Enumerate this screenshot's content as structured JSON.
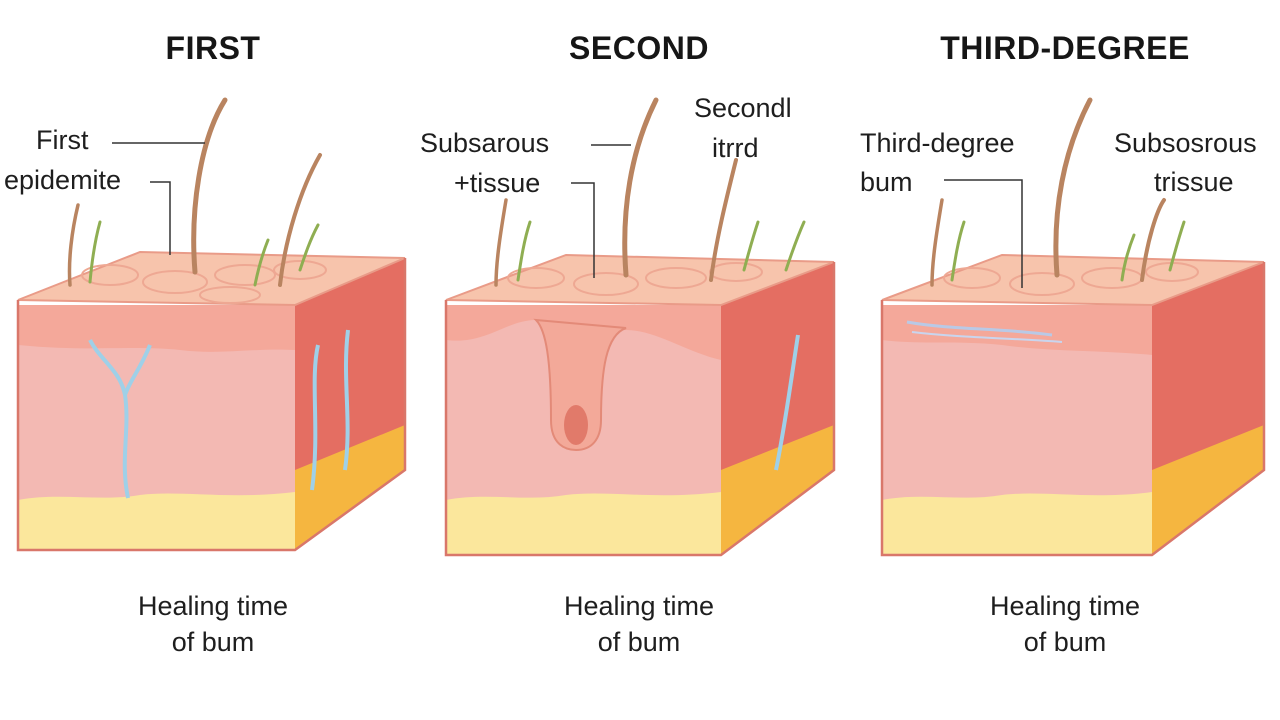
{
  "panels": [
    {
      "title": "FIRST",
      "labels": [
        "First",
        "epidemite"
      ],
      "caption": [
        "Healing time",
        "of bum"
      ]
    },
    {
      "title": "SECOND",
      "labels": [
        "Subsarous",
        "+tissue",
        "Secondl",
        "itrrd"
      ],
      "caption": [
        "Healing time",
        "of bum"
      ]
    },
    {
      "title": "THIRD-DEGREE",
      "labels": [
        "Third-degree",
        "bum",
        "Subsosrous",
        "trissue"
      ],
      "caption": [
        "Healing time",
        "of bum"
      ]
    }
  ],
  "colors": {
    "top_surface": "#f7c4ac",
    "front_face": "#f3b9b3",
    "side_face": "#e46e62",
    "fat_layer": "#fbe79c",
    "vessel": "#9fd0e8",
    "hair": "#b98460",
    "green_hair": "#8fae52"
  }
}
